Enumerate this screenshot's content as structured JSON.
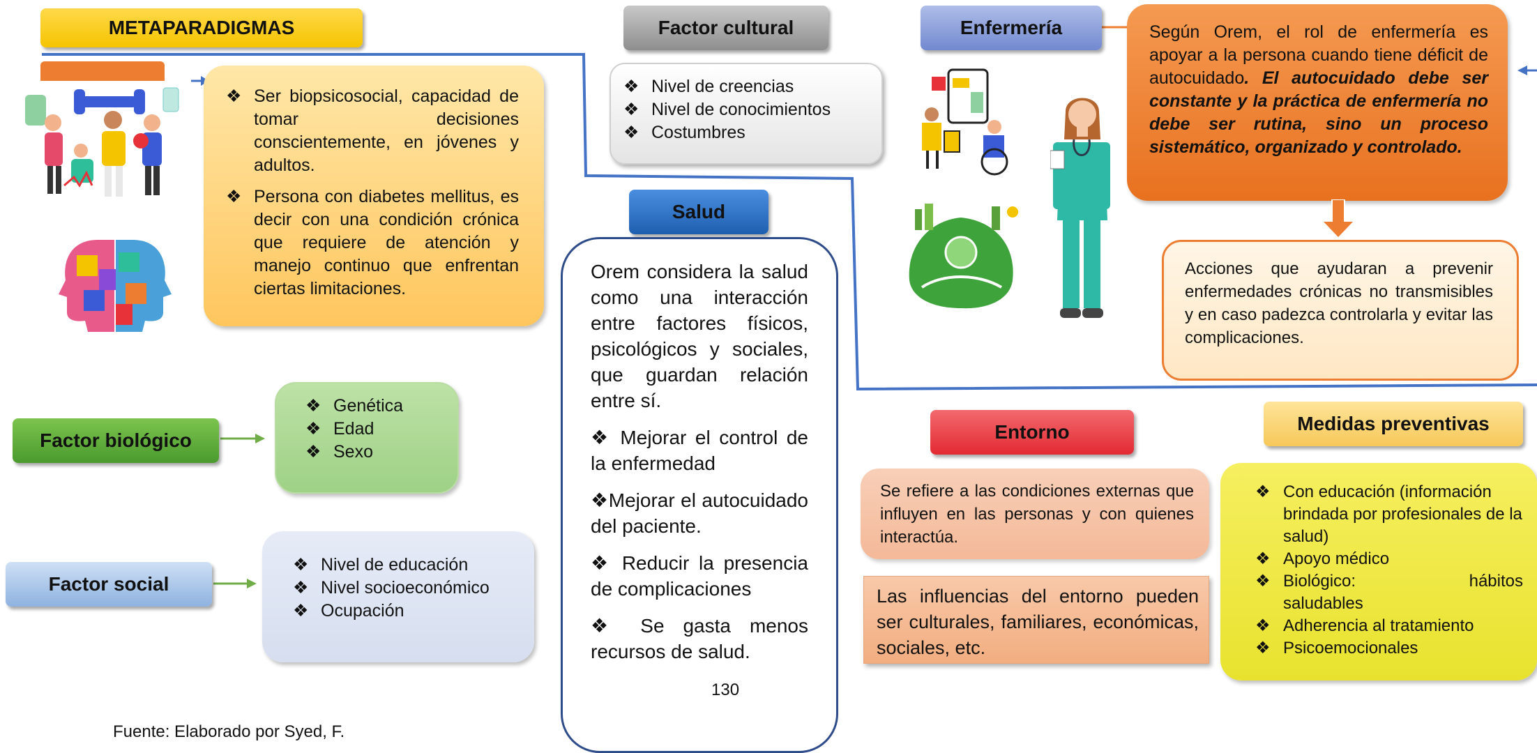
{
  "title": "METAPARADIGMAS",
  "persona": {
    "items": [
      "Ser biopsicosocial, capacidad de tomar decisiones conscientemente, en jóvenes y adultos.",
      "Persona con diabetes mellitus, es decir con una condición crónica que requiere de atención y manejo continuo que enfrentan ciertas limitaciones."
    ]
  },
  "factor_cultural": {
    "title": "Factor cultural",
    "items": [
      "Nivel de creencias",
      "Nivel de conocimientos",
      "Costumbres"
    ]
  },
  "enfermeria": {
    "title": "Enfermería",
    "text_plain": "Según Orem, el rol de enfermería es apoyar a la persona cuando tiene déficit de autocuidado",
    "text_bold": ". El autocuidado debe ser constante y la práctica de enfermería no debe ser rutina, sino un proceso sistemático, organizado y controlado.",
    "acciones": "Acciones que ayudaran a prevenir enfermedades crónicas no transmisibles y en caso padezca controlarla y evitar las complicaciones."
  },
  "salud": {
    "title": "Salud",
    "intro": "Orem considera la salud como una interacción entre factores físicos, psicológicos y sociales, que guardan relación entre sí.",
    "items": [
      "❖ Mejorar el control de la enfermedad",
      "❖Mejorar el autocuidado del paciente.",
      "❖ Reducir la presencia de complicaciones",
      "❖ Se gasta menos recursos de salud."
    ]
  },
  "factor_biologico": {
    "title": "Factor biológico",
    "items": [
      "Genética",
      "Edad",
      "Sexo"
    ]
  },
  "factor_social": {
    "title": "Factor social",
    "items": [
      "Nivel de educación",
      "Nivel socioeconómico",
      "Ocupación"
    ]
  },
  "entorno": {
    "title": "Entorno",
    "text1": "Se refiere a las condiciones externas que influyen en las personas y con quienes interactúa.",
    "text2": "Las influencias del entorno pueden ser culturales, familiares, económicas, sociales, etc."
  },
  "medidas": {
    "title": "Medidas preventivas",
    "items": [
      "Con educación (información brindada por profesionales de la salud)",
      "Apoyo médico",
      "Biológico: hábitos saludables",
      "Adherencia al tratamiento",
      "Psicoemocionales"
    ]
  },
  "page_number": "130",
  "source": "Fuente: Elaborado por Syed, F.",
  "colors": {
    "title_gold": "#f5c400",
    "orange": "#ed7d31",
    "blue_line": "#4472c4",
    "green": "#70ad47",
    "red": "#e8323a"
  }
}
